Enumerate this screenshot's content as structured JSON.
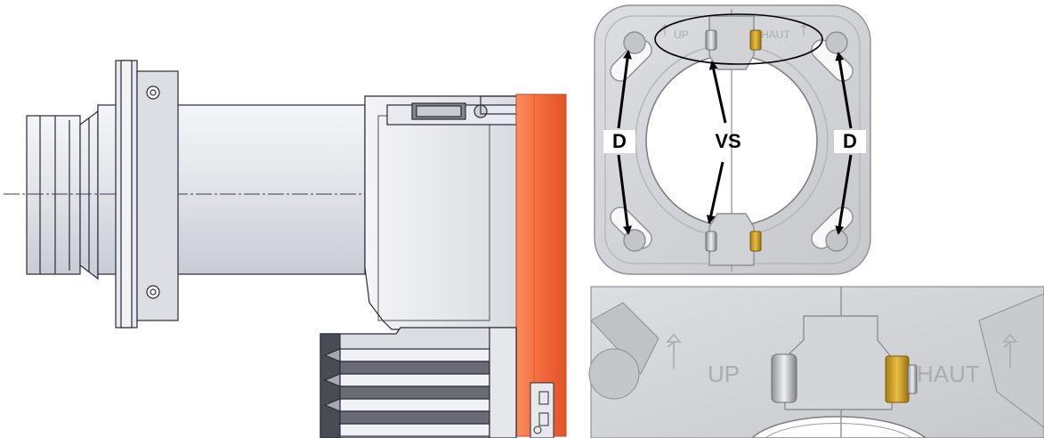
{
  "callouts": {
    "d_left": "D",
    "vs": "VS",
    "d_right": "D"
  },
  "plate_text": {
    "up": "UP",
    "haut": "HAUT"
  },
  "detail_text": {
    "up": "UP",
    "haut": "HAUT"
  },
  "colors": {
    "burner_housing": "#f26a3c",
    "brass_nut": "#c9a02a",
    "plate_grey": "#d4d6d9",
    "outline": "#2a2a3a"
  }
}
